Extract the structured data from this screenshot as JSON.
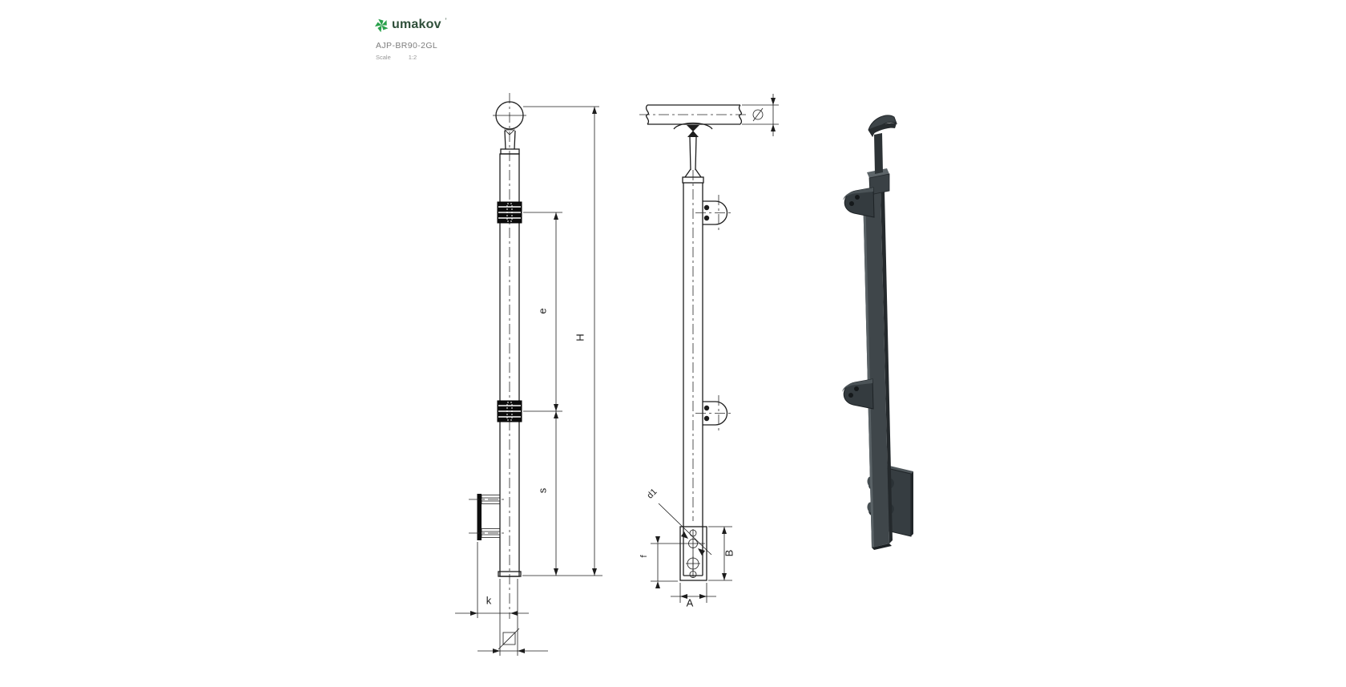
{
  "header": {
    "brand": "umakov",
    "brand_mark": "’",
    "part_number": "AJP-BR90-2GL",
    "scale_label": "Scale",
    "scale_value": "1:2"
  },
  "dims": {
    "post_height": "H",
    "clamp_spacing": "e",
    "lower_span": "s",
    "wall_offset": "k",
    "hole_dia": "d1",
    "hole_offset": "f",
    "plate_height": "B",
    "plate_width": "A"
  },
  "colors": {
    "line": "#1d1d1d",
    "logo_green": "#2aa14c",
    "wordmark": "#2f4f3a",
    "render_body": "#3f464a",
    "render_dark": "#24292c",
    "render_light": "#5a6266"
  }
}
